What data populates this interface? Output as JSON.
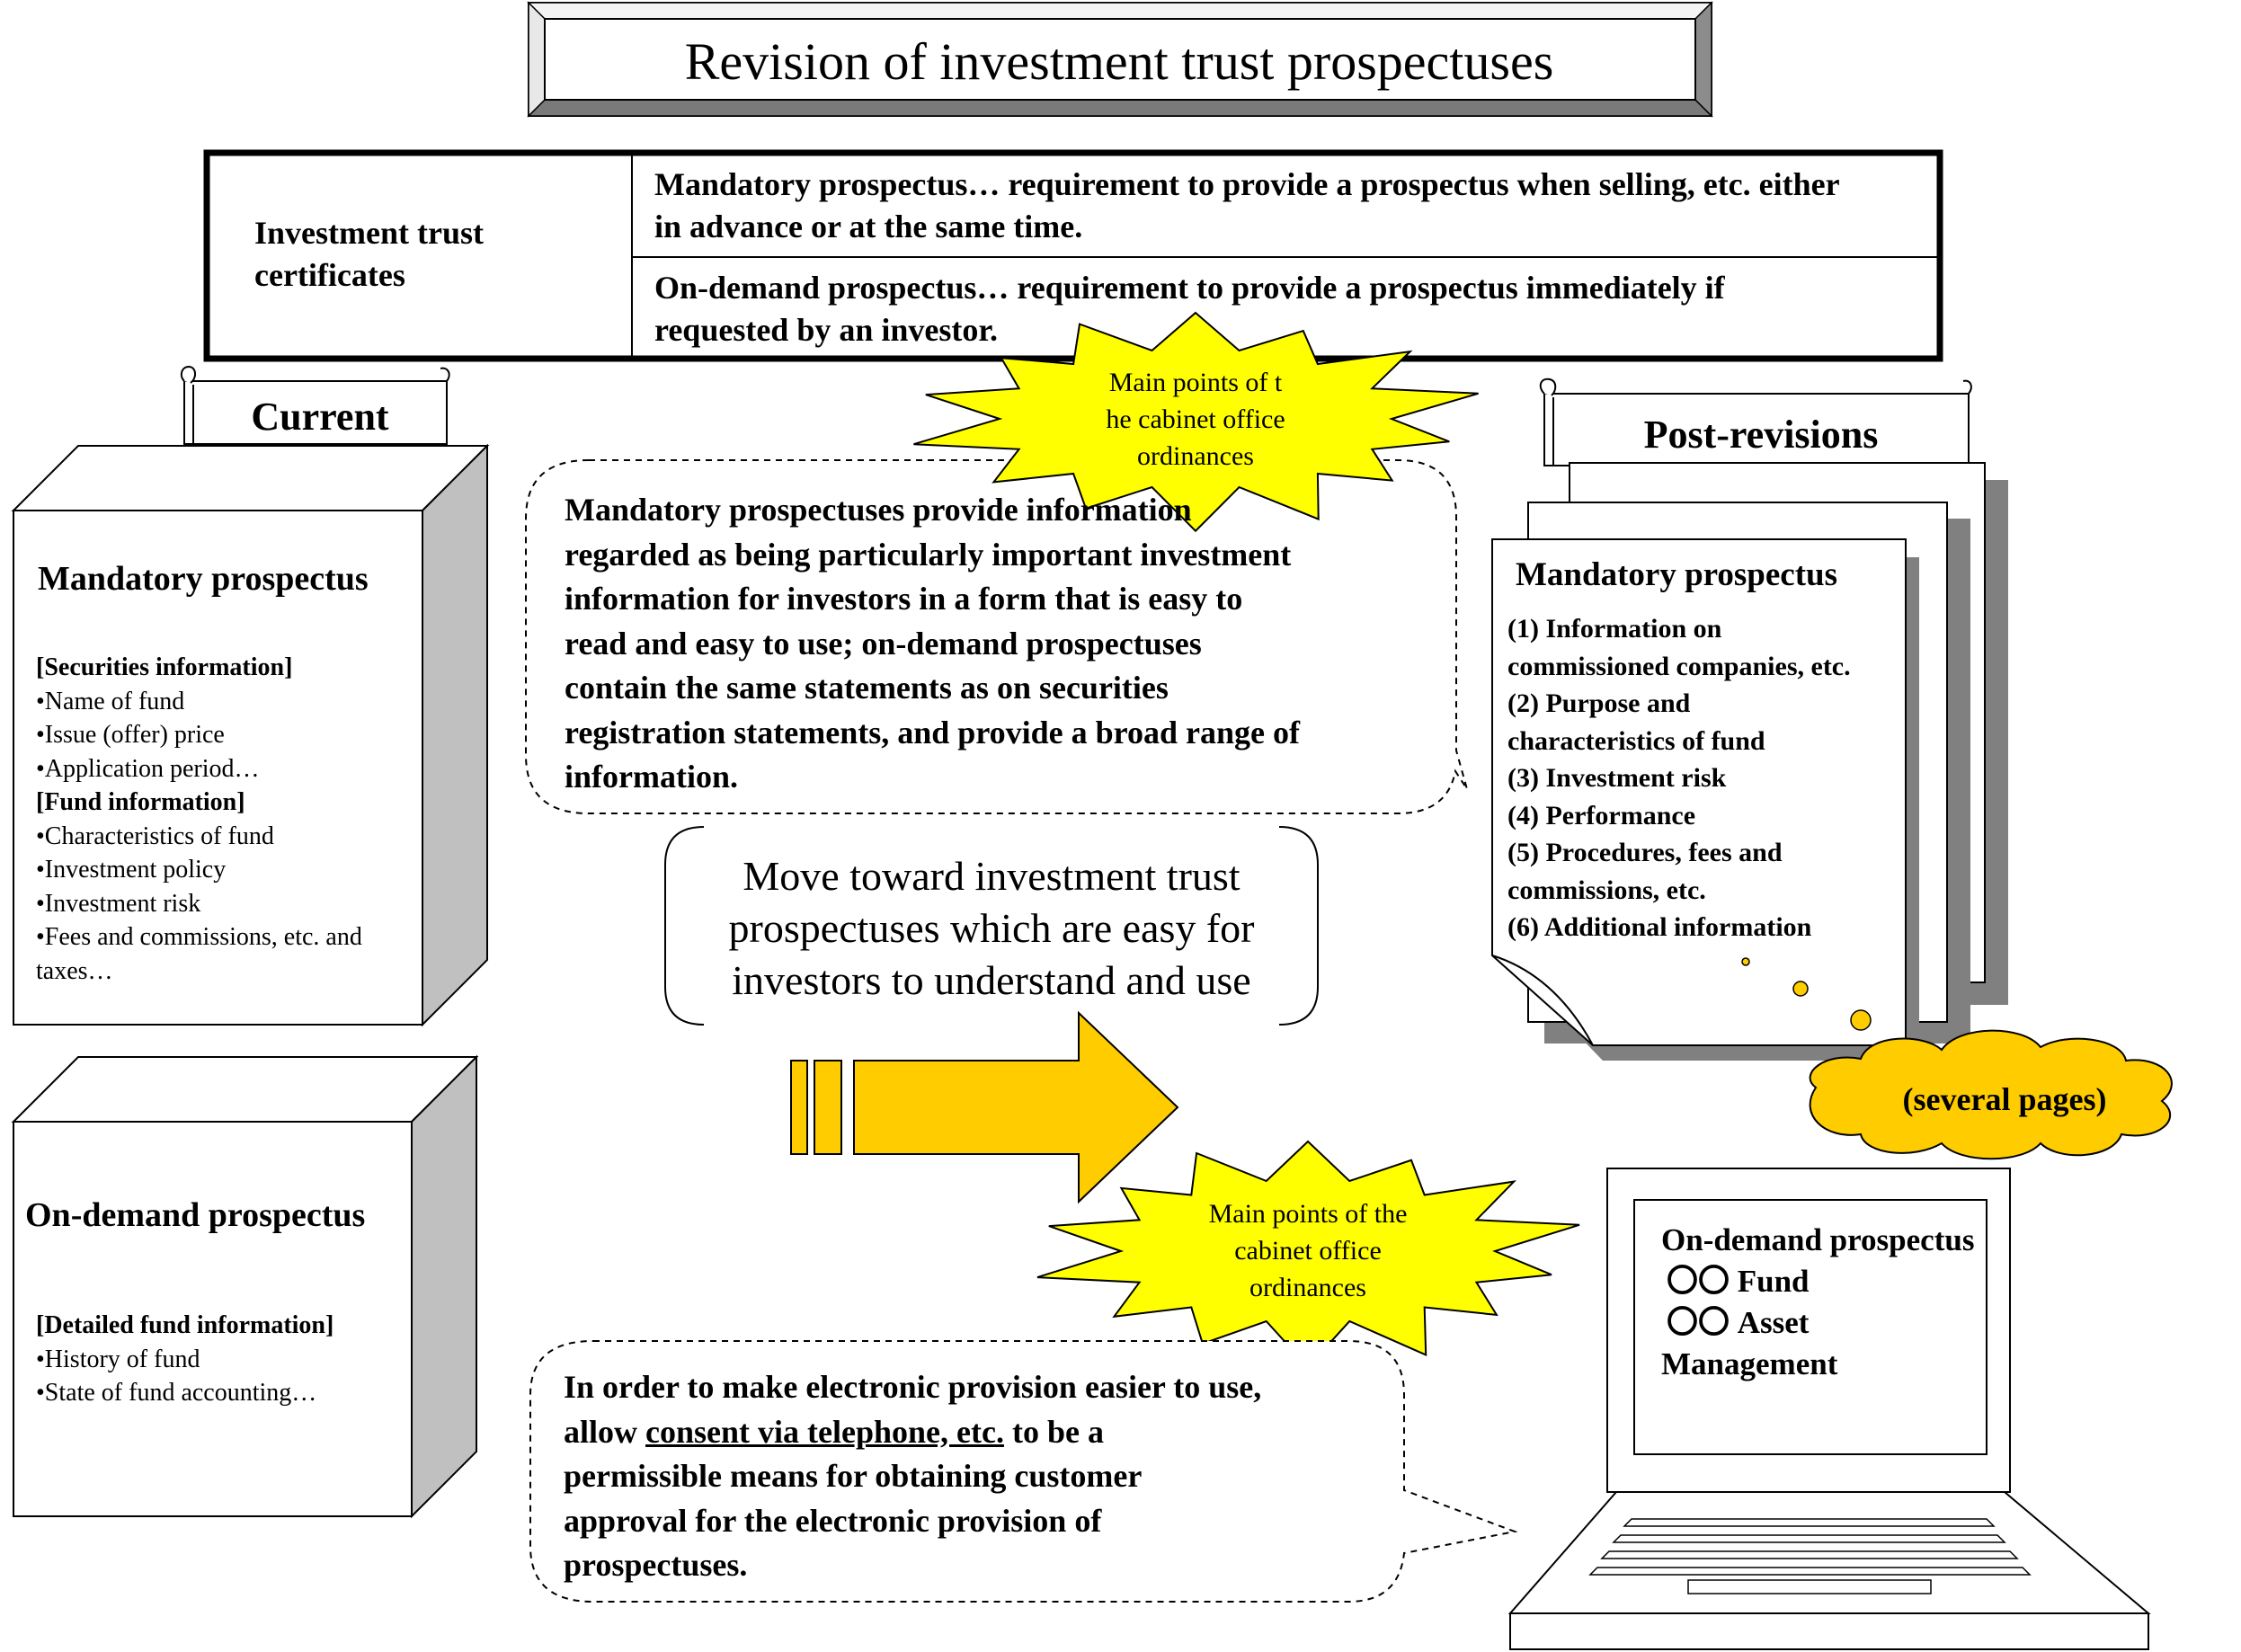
{
  "title": "Revision of investment trust prospectuses",
  "table": {
    "left_label": [
      "Investment trust",
      "certificates"
    ],
    "row1": [
      "Mandatory prospectus… requirement to provide a prospectus when selling, etc. either",
      "in advance or at the same time."
    ],
    "row2": [
      "On-demand prospectus… requirement to provide a prospectus immediately if",
      "requested by an investor."
    ]
  },
  "current": {
    "label": "Current",
    "mandatory": {
      "heading": "Mandatory prospectus",
      "lines": [
        "[Securities information]",
        "•Name of fund",
        "•Issue (offer) price",
        "•Application period…",
        "[Fund information]",
        "•Characteristics of fund",
        "•Investment policy",
        "•Investment risk",
        "•Fees and commissions, etc. and",
        "taxes…"
      ]
    },
    "ondemand": {
      "heading": "On-demand prospectus",
      "lines": [
        "[Detailed fund information]",
        "•History of fund",
        "•State of fund accounting…"
      ]
    }
  },
  "starburst1": [
    "Main points of t",
    "he cabinet office",
    "ordinances"
  ],
  "starburst2": [
    "Main points of the",
    "cabinet office",
    "ordinances"
  ],
  "callout1": [
    "Mandatory prospectuses provide information",
    "regarded as being particularly important investment",
    "information for investors in a form that is easy to",
    "read and easy to use; on-demand prospectuses",
    "contain the same statements as on securities",
    "registration statements, and provide a broad range of",
    "information."
  ],
  "center_box": [
    "Move toward investment trust",
    "prospectuses which are easy for",
    "investors to understand and use"
  ],
  "callout2": {
    "line1": "In order to make electronic provision easier to use,",
    "line2_pre": "allow ",
    "line2_underlined": "consent via telephone, etc.",
    "line2_post": " to be a",
    "line3": "permissible means for obtaining customer",
    "line4": "approval for the electronic provision of",
    "line5": "prospectuses."
  },
  "post": {
    "label": "Post-revisions",
    "heading": "Mandatory prospectus",
    "lines": [
      "(1) Information on",
      "commissioned companies, etc.",
      "(2) Purpose and",
      "characteristics of fund",
      "(3) Investment risk",
      "(4) Performance",
      "(5) Procedures, fees and",
      "commissions, etc.",
      "(6) Additional information"
    ],
    "cloud": "(several pages)"
  },
  "laptop_screen": [
    "On-demand prospectus",
    "〇〇 Fund",
    "〇〇 Asset",
    "Management"
  ],
  "colors": {
    "starburst": "#ffff00",
    "arrow": "#ffcc00",
    "cloud": "#ffcc00",
    "side_gray": "#c0c0c0",
    "shadow": "#808080"
  }
}
